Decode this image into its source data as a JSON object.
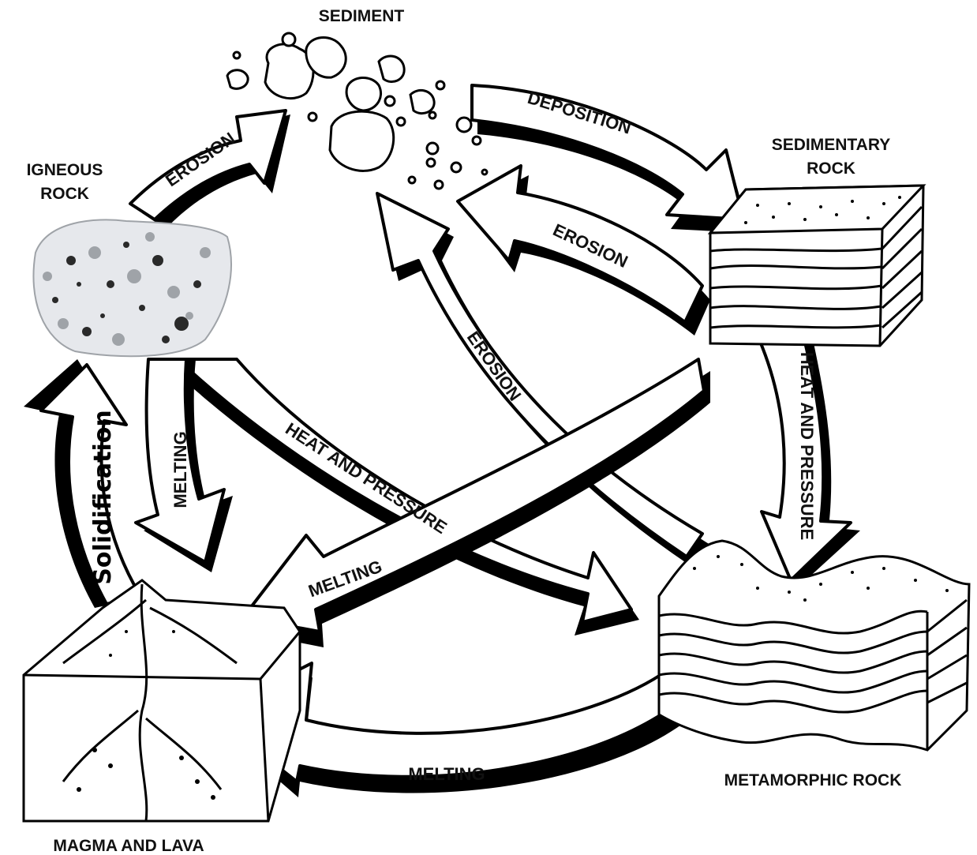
{
  "nodes": {
    "sediment": "SEDIMENT",
    "igneous_rock": [
      "IGNEOUS",
      "ROCK"
    ],
    "sedimentary_rock": [
      "SEDIMENTARY",
      "ROCK"
    ],
    "metamorphic_rock": "METAMORPHIC ROCK",
    "magma_and_lava": "MAGMA AND LAVA"
  },
  "arrows": {
    "erosion_igneous_to_sediment": "EROSION",
    "deposition": "DEPOSITION",
    "erosion_sedimentary_to_sediment": "EROSION",
    "erosion_metamorphic_to_sediment": "EROSION",
    "heat_pressure_sedimentary_to_metamorphic": "HEAT AND PRESSURE",
    "heat_pressure_igneous_to_metamorphic": "HEAT AND PRESSURE",
    "melting_igneous_to_magma": "MELTING",
    "melting_sedimentary_to_magma": "MELTING",
    "melting_metamorphic_to_magma": "MELTING",
    "solidification": "Solidification"
  },
  "colors": {
    "ink": "#000000",
    "paper": "#ffffff",
    "rock_light": "#e6e8ec",
    "rock_mid": "#9fa3a8",
    "rock_dark": "#2a2a2a"
  }
}
